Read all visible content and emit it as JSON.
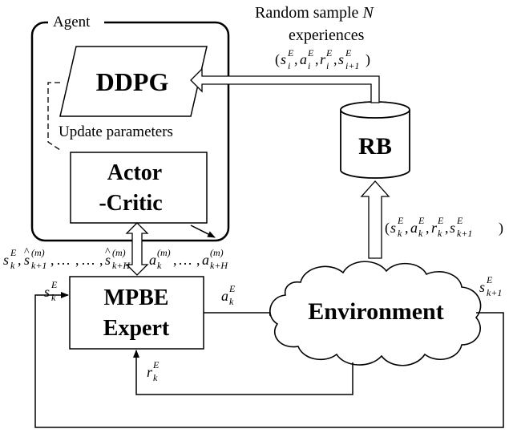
{
  "agent": {
    "label": "Agent",
    "ddpg": "DDPG",
    "update_parameters": "Update parameters",
    "actor_line1": "Actor",
    "actor_line2": "-Critic"
  },
  "replay": {
    "label": "RB",
    "sample_line1_text": "Random sample ",
    "sample_line1_var": "N",
    "sample_line2": "experiences"
  },
  "expert": {
    "line1": "MPBE",
    "line2": "Expert"
  },
  "environment": {
    "label": "Environment"
  },
  "math": {
    "s": "s",
    "a": "a",
    "r": "r",
    "E": "E",
    "m": "(m)",
    "i": "i",
    "i1": "i+1",
    "k": "k",
    "k1": "k+1",
    "kH": "k+H",
    "comma": ",",
    "dots": "…",
    "lparen": "(",
    "rparen": ")"
  },
  "colors": {
    "stroke": "#000000",
    "background": "#ffffff"
  }
}
